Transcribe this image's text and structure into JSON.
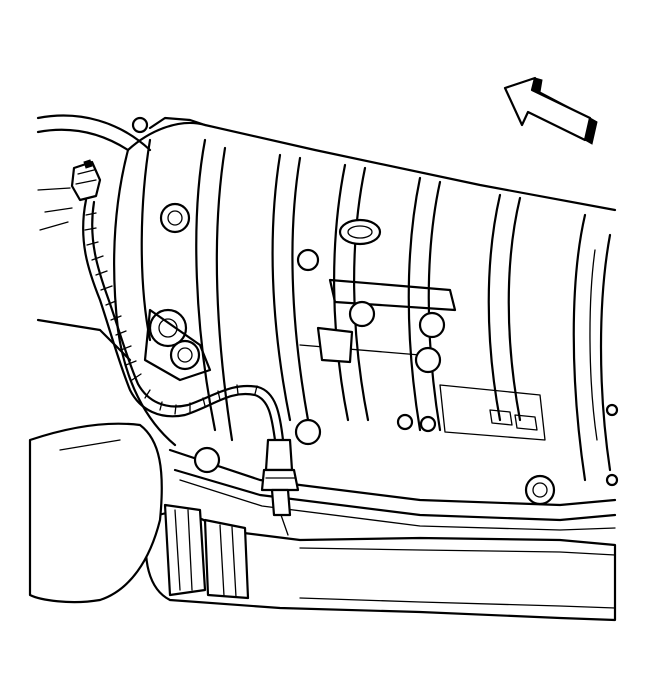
{
  "figure": {
    "type": "technical-line-drawing",
    "subject_icons": [
      "transmission-housing",
      "oxygen-sensor",
      "wiring-harness",
      "exhaust-pipe",
      "direction-arrow"
    ],
    "colors": {
      "ink": "#000000",
      "paper": "#ffffff"
    }
  }
}
